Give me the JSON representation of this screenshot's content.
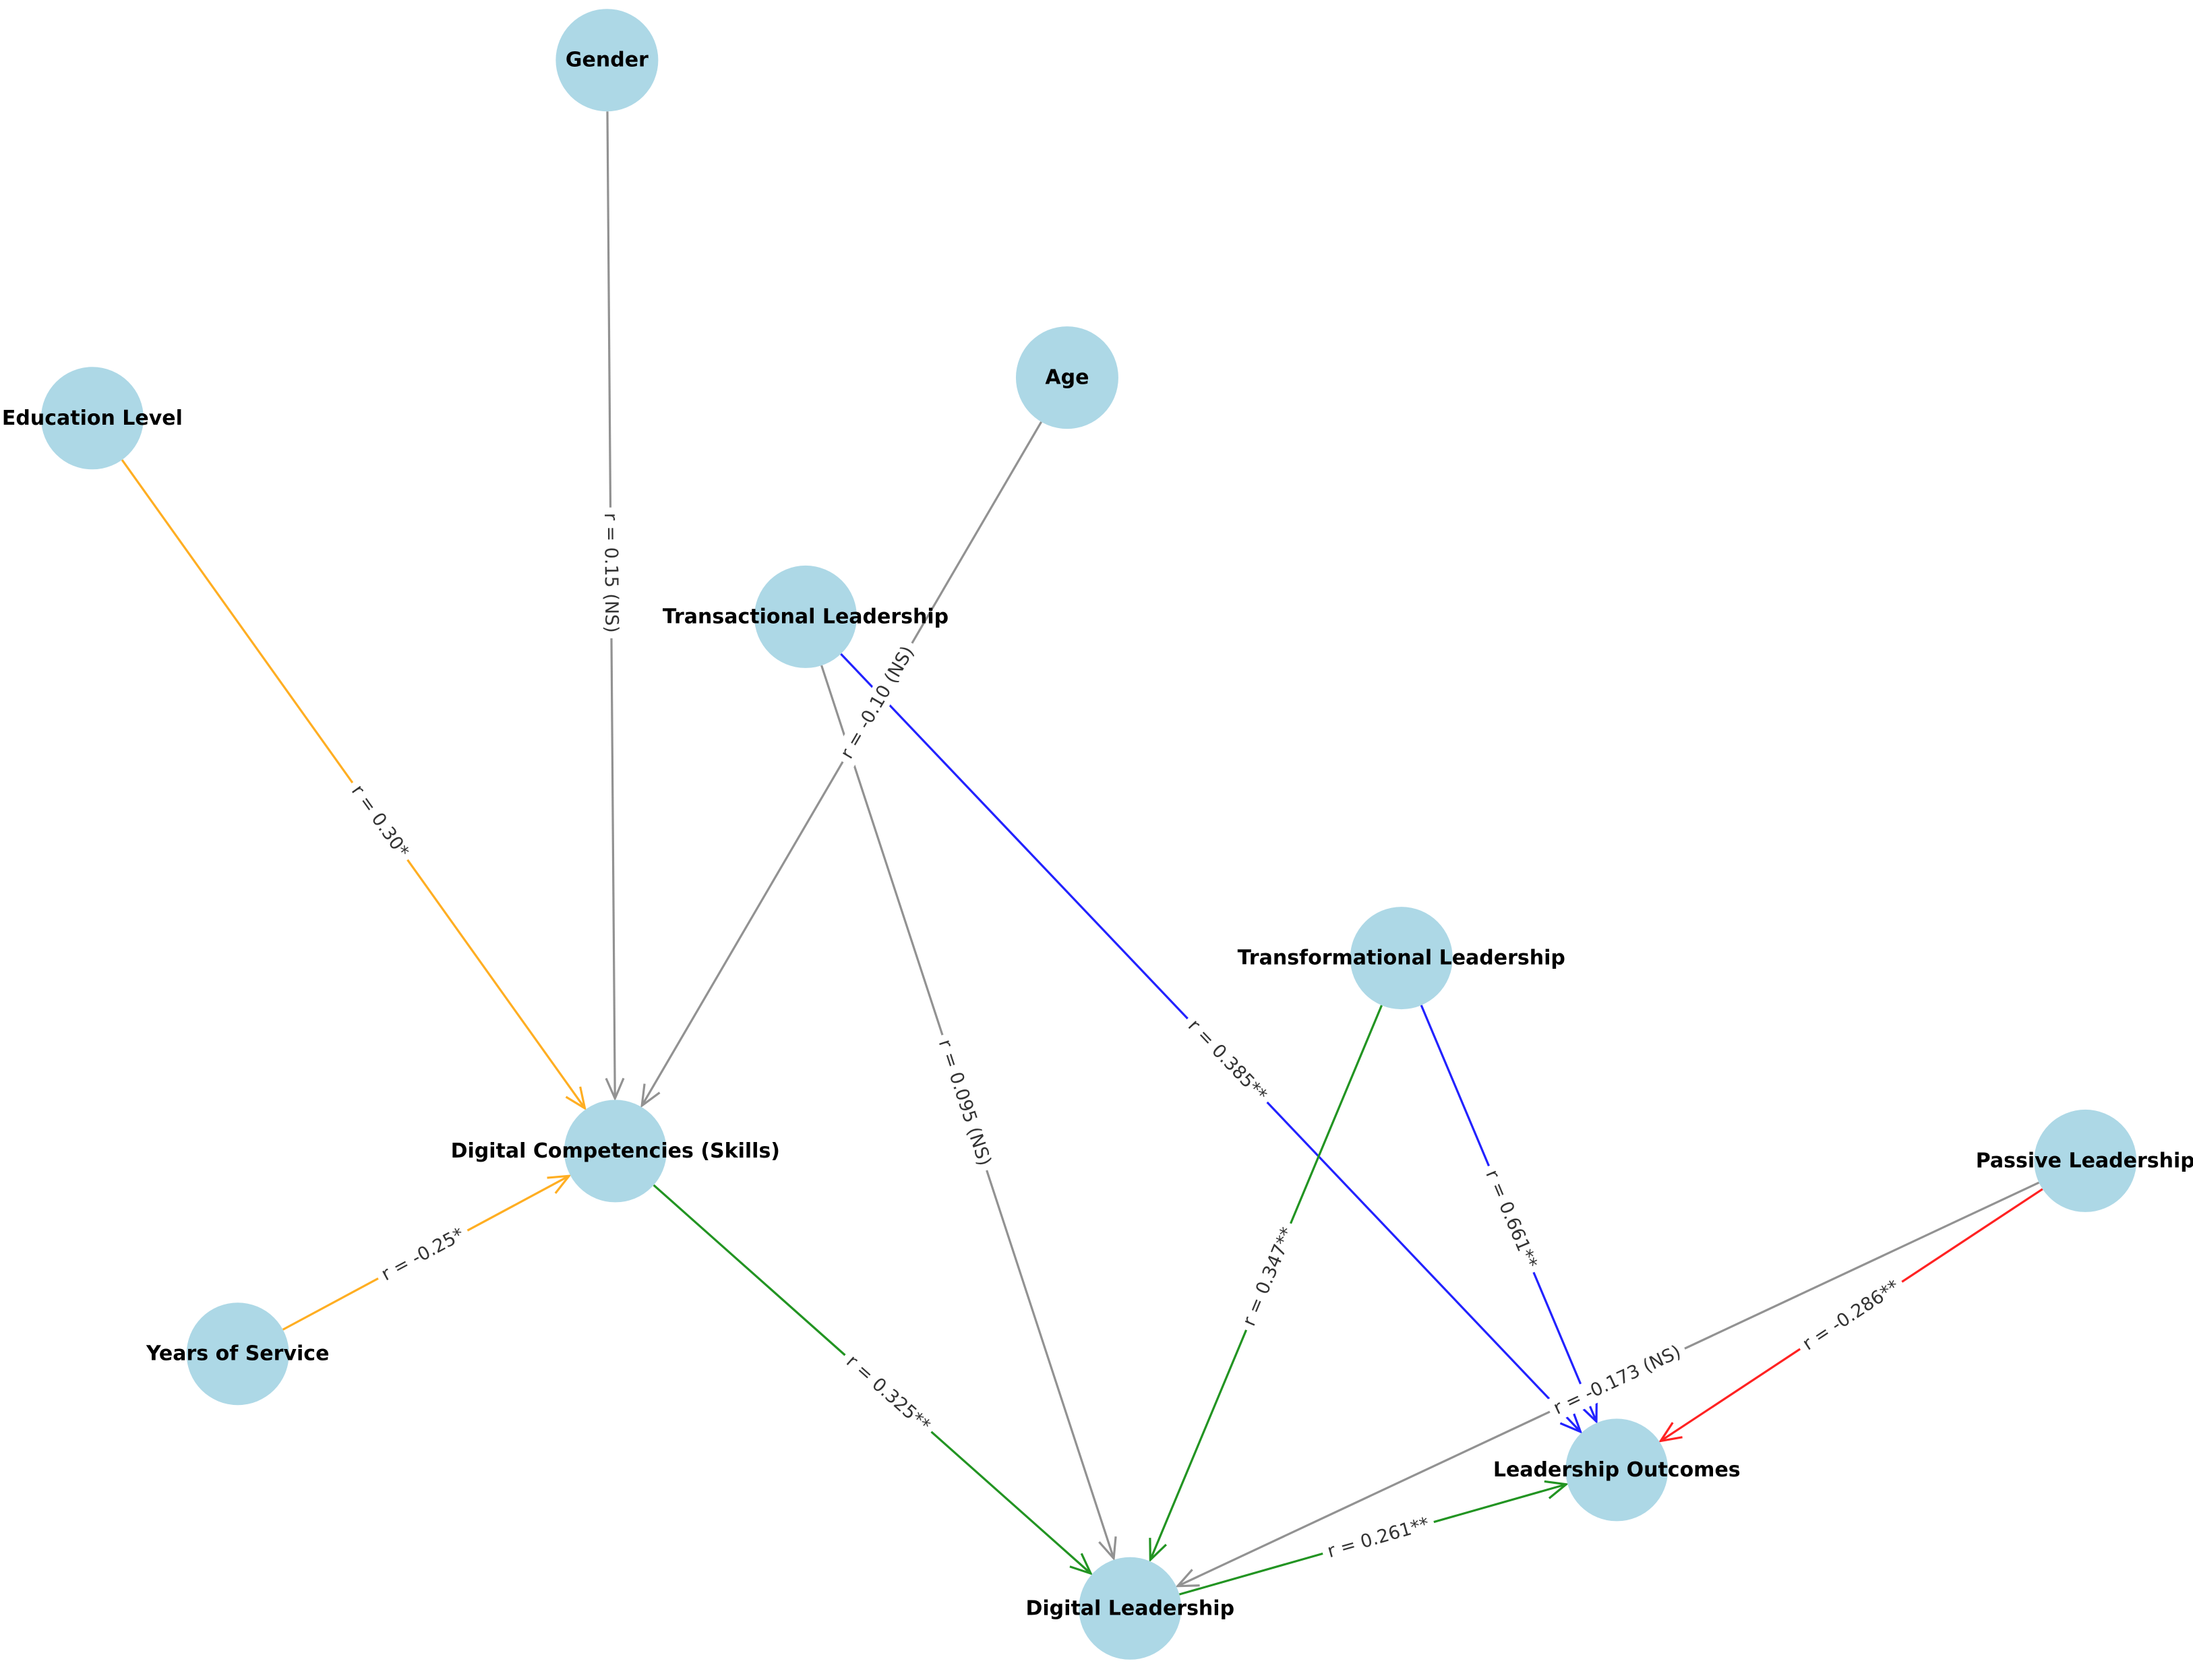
{
  "diagram": {
    "node_color": "#add8e6",
    "nodes": [
      {
        "id": "gender",
        "label": "Gender"
      },
      {
        "id": "education",
        "label": "Education Level"
      },
      {
        "id": "age",
        "label": "Age"
      },
      {
        "id": "transactional",
        "label": "Transactional Leadership"
      },
      {
        "id": "transformational",
        "label": "Transformational Leadership"
      },
      {
        "id": "digital_competencies",
        "label": "Digital Competencies (Skills)"
      },
      {
        "id": "passive",
        "label": "Passive Leadership"
      },
      {
        "id": "years",
        "label": "Years of Service"
      },
      {
        "id": "outcomes",
        "label": "Leadership Outcomes"
      },
      {
        "id": "digital_leadership",
        "label": "Digital Leadership"
      }
    ],
    "edges": [
      {
        "from": "gender",
        "to": "digital_competencies",
        "label": "r = 0.15 (NS)",
        "color": "#929292"
      },
      {
        "from": "education",
        "to": "digital_competencies",
        "label": "r = 0.30*",
        "color": "#ffae22"
      },
      {
        "from": "age",
        "to": "digital_competencies",
        "label": "r = -0.10 (NS)",
        "color": "#929292"
      },
      {
        "from": "years",
        "to": "digital_competencies",
        "label": "r = -0.25*",
        "color": "#ffae22"
      },
      {
        "from": "transactional",
        "to": "digital_leadership",
        "label": "r = 0.095 (NS)",
        "color": "#929292"
      },
      {
        "from": "transactional",
        "to": "outcomes",
        "label": "r = 0.385**",
        "color": "#2222ff"
      },
      {
        "from": "transformational",
        "to": "digital_leadership",
        "label": "r = 0.347**",
        "color": "#229422"
      },
      {
        "from": "transformational",
        "to": "outcomes",
        "label": "r = 0.661**",
        "color": "#2222ff"
      },
      {
        "from": "digital_competencies",
        "to": "digital_leadership",
        "label": "r = 0.325**",
        "color": "#229422"
      },
      {
        "from": "passive",
        "to": "digital_leadership",
        "label": "r = -0.173 (NS)",
        "color": "#929292"
      },
      {
        "from": "passive",
        "to": "outcomes",
        "label": "r = -0.286**",
        "color": "#ff2222"
      },
      {
        "from": "digital_leadership",
        "to": "outcomes",
        "label": "r = 0.261**",
        "color": "#229422"
      }
    ]
  }
}
